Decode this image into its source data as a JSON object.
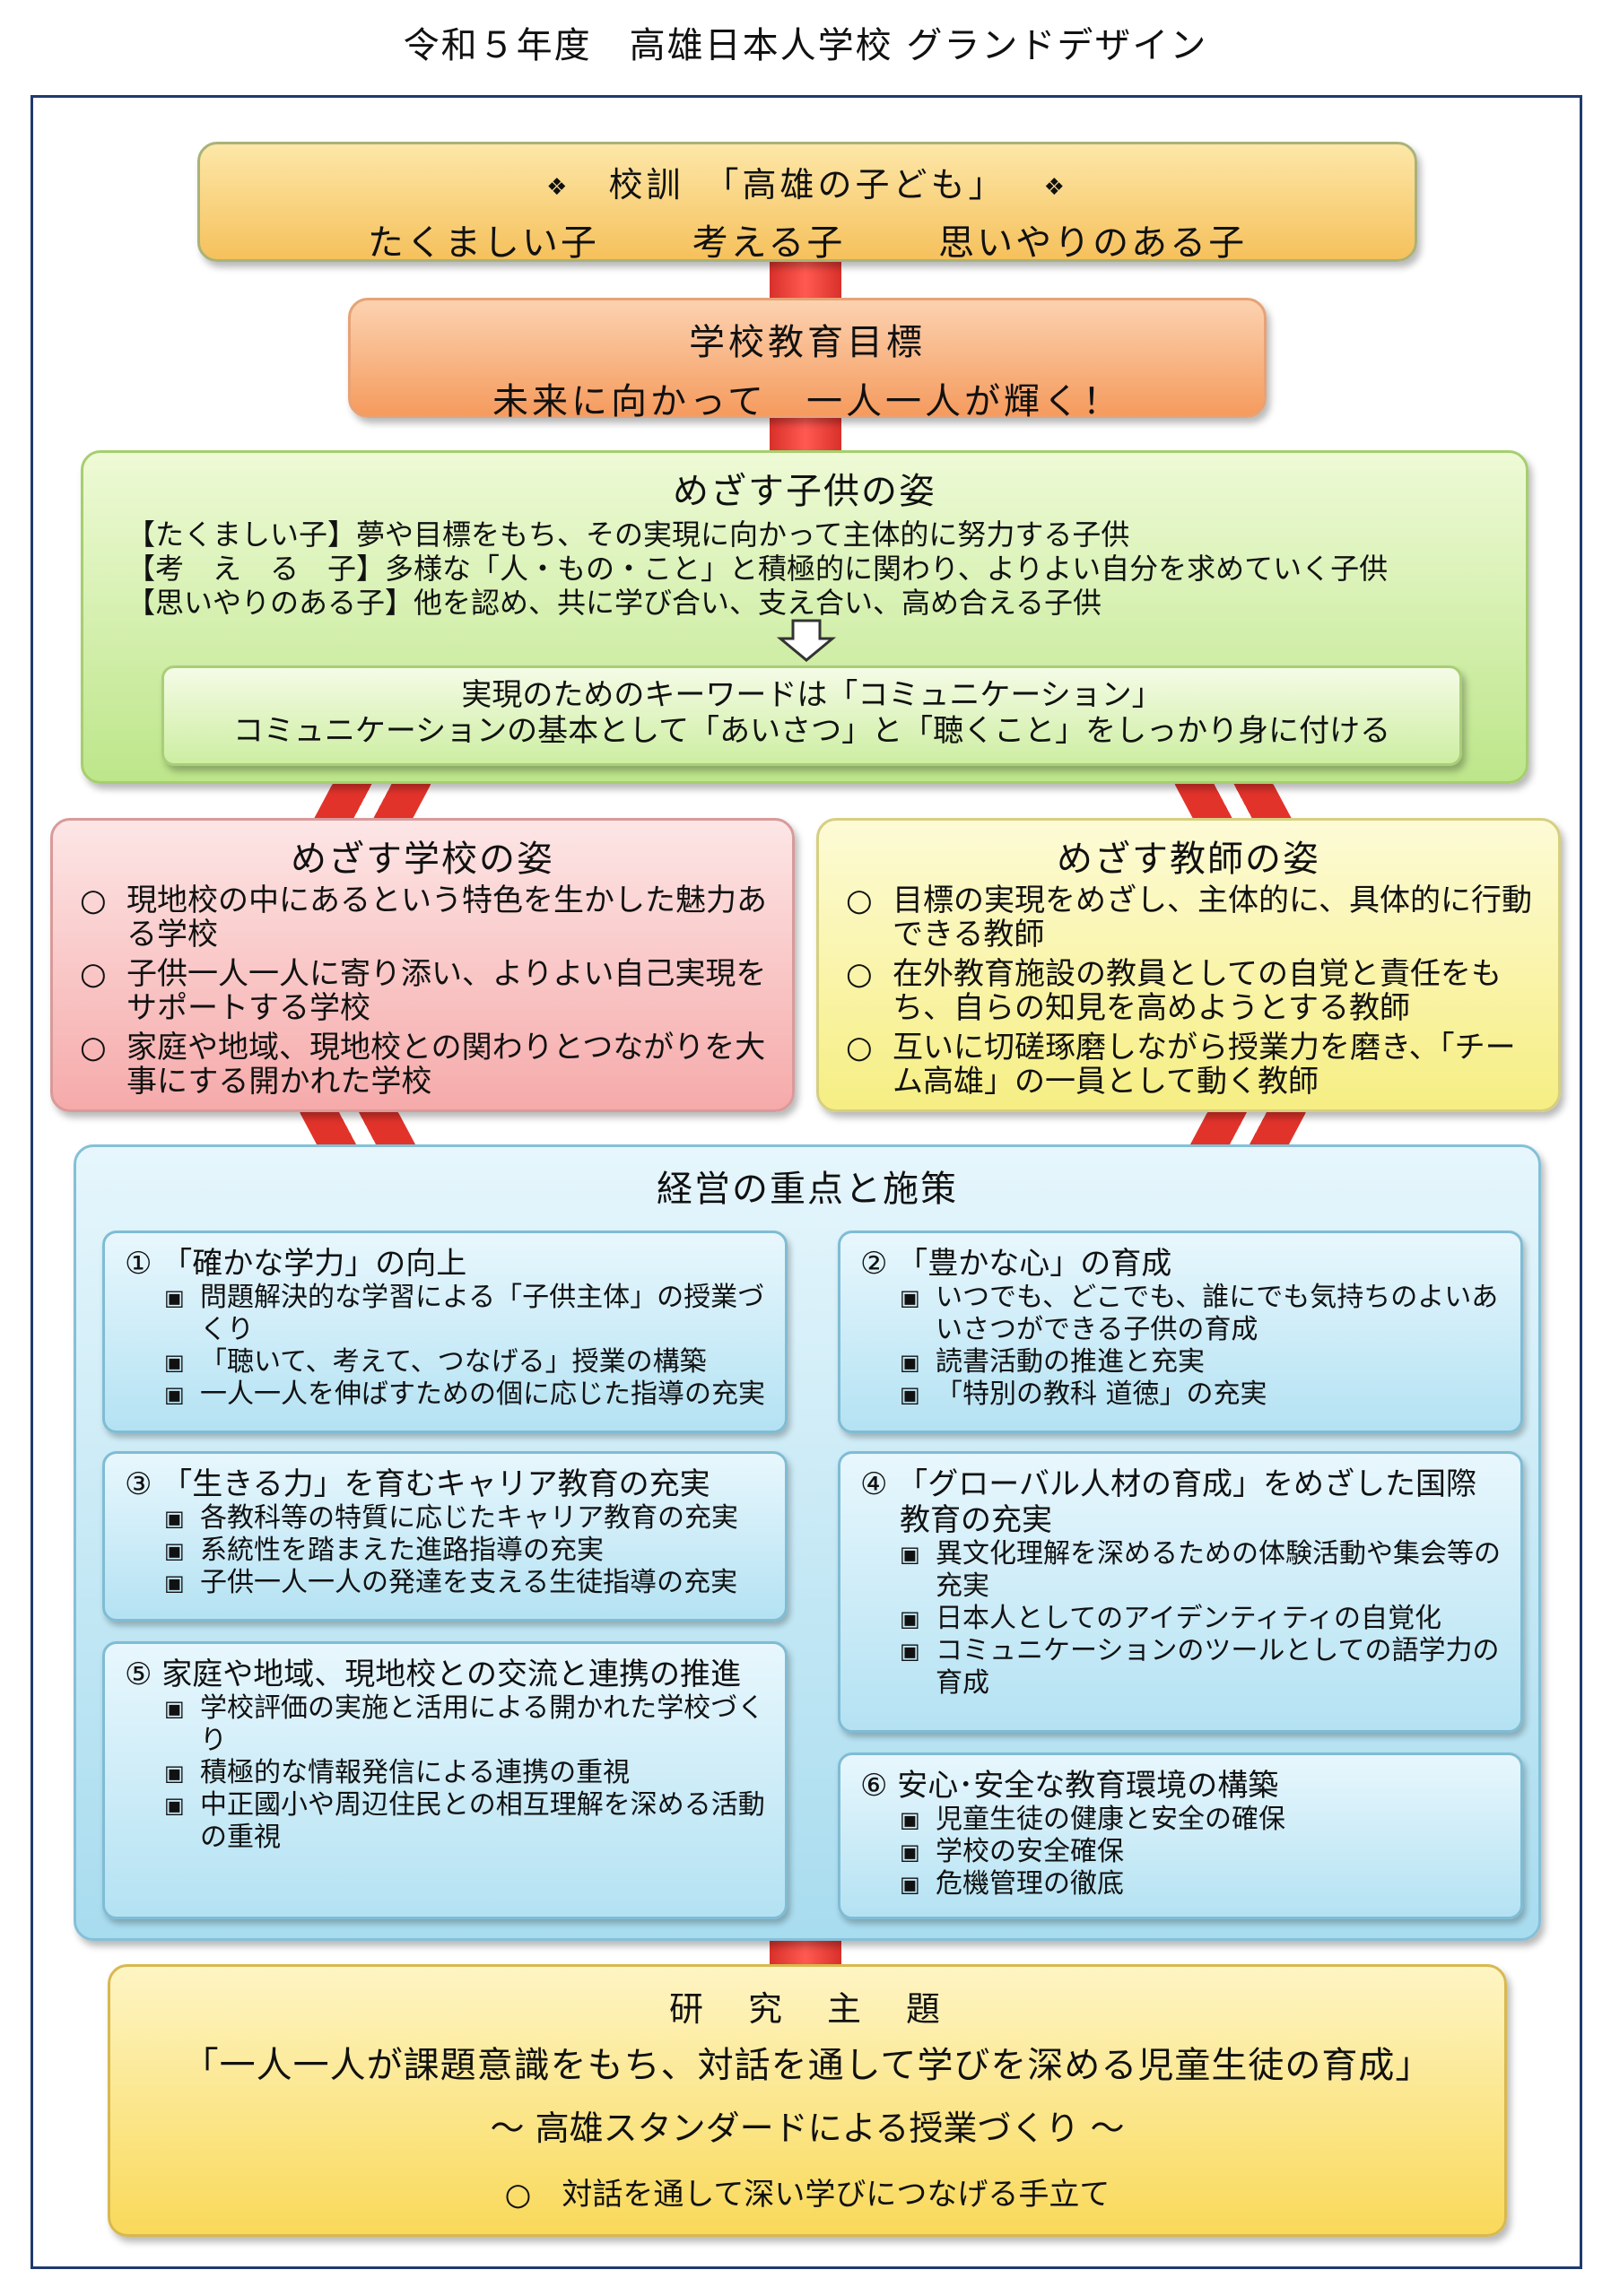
{
  "page_title": "令和５年度　高雄日本人学校 グランドデザイン",
  "motto": {
    "label": "校訓　「高雄の子ども」",
    "ornament": "❖",
    "items": [
      "たくましい子",
      "考える子",
      "思いやりのある子"
    ]
  },
  "goal": {
    "title": "学校教育目標",
    "text": "未来に向かって　一人一人が輝く！"
  },
  "child_vision": {
    "title": "めざす子供の姿",
    "lines": [
      "【たくましい子】夢や目標をもち、その実現に向かって主体的に努力する子供",
      "【考　え　る　子】多様な「人・もの・こと」と積極的に関わり、よりよい自分を求めていく子供",
      "【思いやりのある子】他を認め、共に学び合い、支え合い、高め合える子供"
    ],
    "keyword_title": "実現のためのキーワードは「コミュニケーション」",
    "keyword_text": "コミュニケーションの基本として「あいさつ」と「聴くこと」をしっかり身に付ける"
  },
  "school_vision": {
    "title": "めざす学校の姿",
    "bullet": "○",
    "items": [
      "現地校の中にあるという特色を生かした魅力ある学校",
      "子供一人一人に寄り添い、よりよい自己実現をサポートする学校",
      "家庭や地域、現地校との関わりとつながりを大事にする開かれた学校"
    ]
  },
  "teacher_vision": {
    "title": "めざす教師の姿",
    "bullet": "○",
    "items": [
      "目標の実現をめざし、主体的に、具体的に行動できる教師",
      "在外教育施設の教員としての自覚と責任をもち、自らの知見を高めようとする教師",
      "互いに切磋琢磨しながら授業力を磨き、「チーム高雄」の一員として動く教師"
    ]
  },
  "management": {
    "title": "経営の重点と施策",
    "marker": "▣",
    "sections": [
      {
        "num": "①",
        "title": "「確かな学力」の向上",
        "items": [
          "問題解決的な学習による「子供主体」の授業づくり",
          "「聴いて、考えて、つなげる」授業の構築",
          "一人一人を伸ばすための個に応じた指導の充実"
        ]
      },
      {
        "num": "②",
        "title": "「豊かな心」の育成",
        "items": [
          "いつでも、どこでも、誰にでも気持ちのよいあいさつができる子供の育成",
          "読書活動の推進と充実",
          "「特別の教科 道徳」の充実"
        ]
      },
      {
        "num": "③",
        "title": "「生きる力」を育むキャリア教育の充実",
        "items": [
          "各教科等の特質に応じたキャリア教育の充実",
          "系統性を踏まえた進路指導の充実",
          "子供一人一人の発達を支える生徒指導の充実"
        ]
      },
      {
        "num": "④",
        "title": "「グローバル人材の育成」をめざした国際教育の充実",
        "items": [
          "異文化理解を深めるための体験活動や集会等の充実",
          "日本人としてのアイデンティティの自覚化",
          "コミュニケーションのツールとしての語学力の育成"
        ]
      },
      {
        "num": "⑤",
        "title": "家庭や地域、現地校との交流と連携の推進",
        "items": [
          "学校評価の実施と活用による開かれた学校づくり",
          "積極的な情報発信による連携の重視",
          "中正國小や周辺住民との相互理解を深める活動の重視"
        ]
      },
      {
        "num": "⑥",
        "title": "安心･安全な教育環境の構築",
        "items": [
          "児童生徒の健康と安全の確保",
          "学校の安全確保",
          "危機管理の徹底"
        ]
      }
    ]
  },
  "research": {
    "label": "研　究　主　題",
    "theme": "「一人一人が課題意識をもち、対話を通して学びを深める児童生徒の育成」",
    "subtitle": "～ 高雄スタンダードによる授業づくり ～",
    "point_bullet": "○",
    "point": "対話を通して深い学びにつなげる手立て"
  }
}
